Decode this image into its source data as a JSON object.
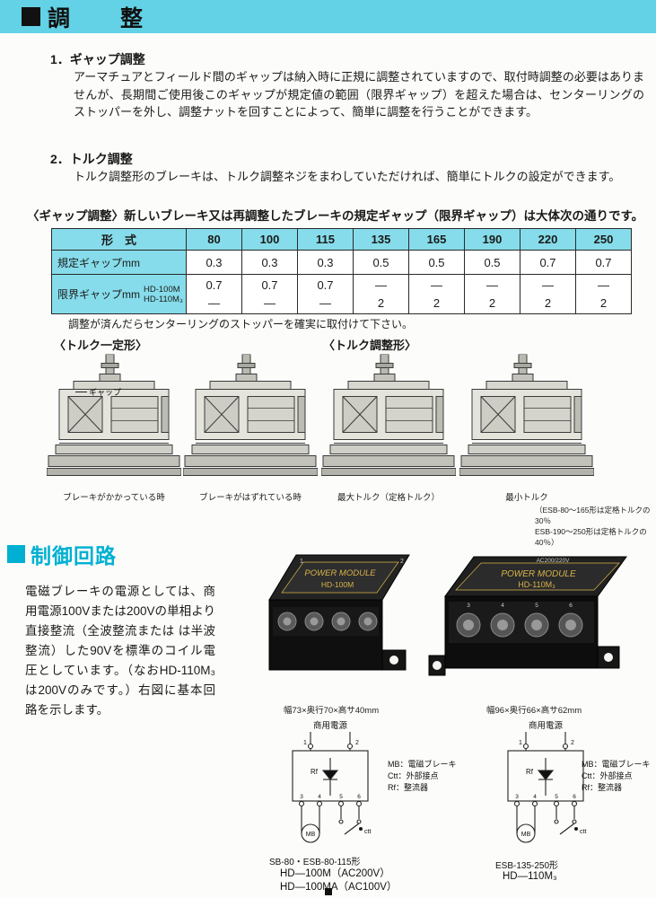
{
  "header": {
    "title": "調　　整"
  },
  "colors": {
    "banner": "#63d2e6",
    "accent": "#00b0d2",
    "table_header": "#86dcea"
  },
  "sec1": {
    "heading": "1．ギャップ調整",
    "body": "アーマチュアとフィールド間のギャップは納入時に正規に調整されていますので、取付時調整の必要はありませんが、長期間ご使用後このギャップが規定値の範囲（限界ギャップ）を超えた場合は、センターリングのストッパーを外し、調整ナットを回すことによって、簡単に調整を行うことができます。"
  },
  "sec2": {
    "heading": "2．トルク調整",
    "body": "トルク調整形のブレーキは、トルク調整ネジをまわしていただければ、簡単にトルクの設定ができます。"
  },
  "gap_spec_heading": "〈ギャップ調整〉新しいブレーキ又は再調整したブレーキの規定ギャップ（限界ギャップ）は大体次の通りです。",
  "table": {
    "col_header": [
      "形　式",
      "80",
      "100",
      "115",
      "135",
      "165",
      "190",
      "220",
      "250"
    ],
    "row_spec": {
      "label": "規定ギャップmm",
      "values": [
        "0.3",
        "0.3",
        "0.3",
        "0.5",
        "0.5",
        "0.5",
        "0.7",
        "0.7"
      ]
    },
    "row_limit": {
      "label": "限界ギャップmm",
      "sub1": "HD-100M",
      "sub2": "HD-110M₃",
      "top": [
        "0.7",
        "0.7",
        "0.7",
        "—",
        "—",
        "—",
        "—",
        "—"
      ],
      "bottom": [
        "—",
        "—",
        "—",
        "2",
        "2",
        "2",
        "2",
        "2"
      ]
    }
  },
  "table_note": "調整が済んだらセンターリングのストッパーを確実に取付けて下さい。",
  "diagram_section": {
    "label_left": "〈トルク一定形〉",
    "label_right": "〈トルク調整形〉",
    "gap_callout": "ギャップ",
    "captions": [
      "ブレーキがかかっている時",
      "ブレーキがはずれている時",
      "最大トルク（定格トルク）",
      "最小トルク"
    ],
    "min_torque_note_1": "（ESB-80〜165形は定格トルクの30％",
    "min_torque_note_2": "ESB-190〜250形は定格トルクの40％）"
  },
  "control": {
    "heading": "制御回路",
    "body": "電磁ブレーキの電源としては、商用電源100Vまたは200Vの単相より直接整流（全波整流または は半波整流）した90Vを標準のコイル電圧としています。（なおHD-110M₃は200Vのみです。）右図に基本回路を示します。",
    "module1": {
      "brand": "POWER MODULE",
      "model": "HD-100M",
      "t1": "1",
      "t2": "2",
      "caption": "幅73×奥行70×高サ40mm"
    },
    "module2": {
      "brand": "POWER MODULE",
      "model": "HD-110M₃",
      "voltage": "AC200/220V",
      "caption": "幅96×奥行66×高サ62mm"
    },
    "circuit": {
      "power_label": "商用電源",
      "rf": "Rf",
      "mb": "MB",
      "ctt": "ctt",
      "terminals": [
        "1",
        "2",
        "3",
        "4",
        "5",
        "6"
      ],
      "legend": [
        "MB：電磁ブレーキ",
        "Ctt：外部接点",
        "Rf：整流器"
      ]
    },
    "circuit1_captions": [
      "SB-80・ESB-80-115形",
      "HD—100M（AC200V）",
      "HD—100MA（AC100V）"
    ],
    "circuit2_captions": [
      "ESB-135-250形",
      "HD—110M₃"
    ]
  }
}
